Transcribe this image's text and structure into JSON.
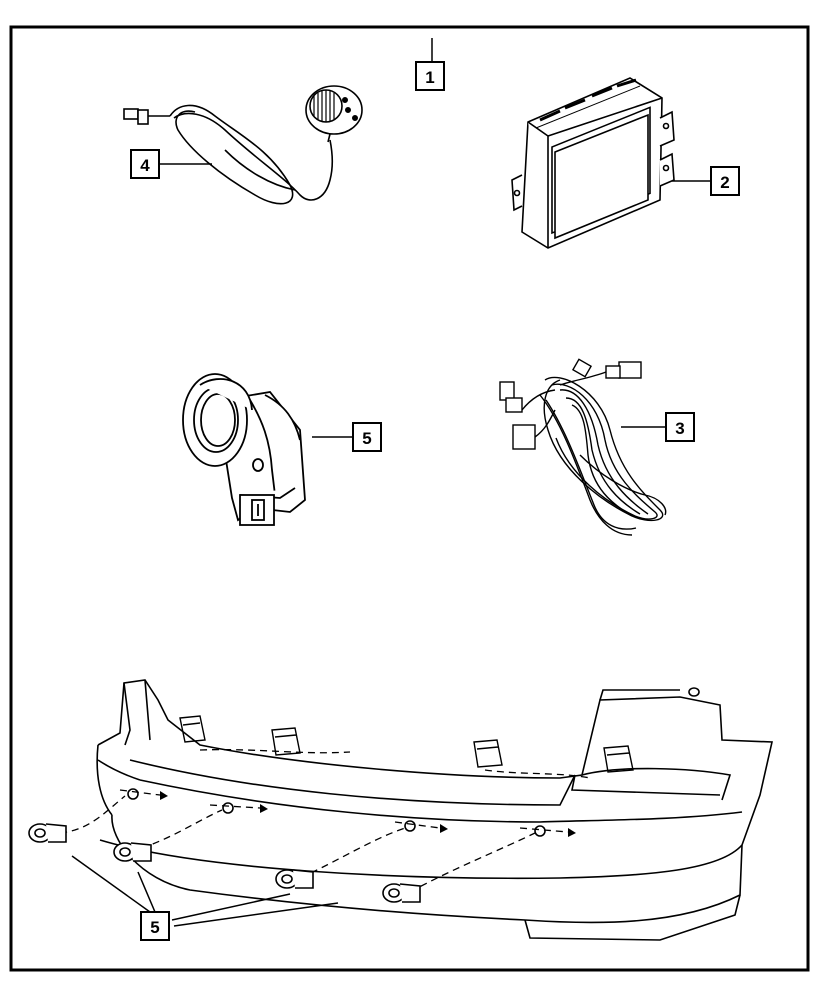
{
  "diagram": {
    "callouts": [
      {
        "id": "c1",
        "label": "1"
      },
      {
        "id": "c2",
        "label": "2"
      },
      {
        "id": "c3",
        "label": "3"
      },
      {
        "id": "c4",
        "label": "4"
      },
      {
        "id": "c5a",
        "label": "5"
      },
      {
        "id": "c5b",
        "label": "5"
      }
    ],
    "parts": [
      {
        "callout": "4",
        "icon": "sensor-disc-with-cable-icon"
      },
      {
        "callout": "2",
        "icon": "control-module-icon"
      },
      {
        "callout": "5",
        "icon": "park-assist-sensor-icon"
      },
      {
        "callout": "3",
        "icon": "wiring-harness-icon"
      },
      {
        "callout": "5",
        "icon": "rear-bumper-fascia-icon"
      }
    ]
  }
}
